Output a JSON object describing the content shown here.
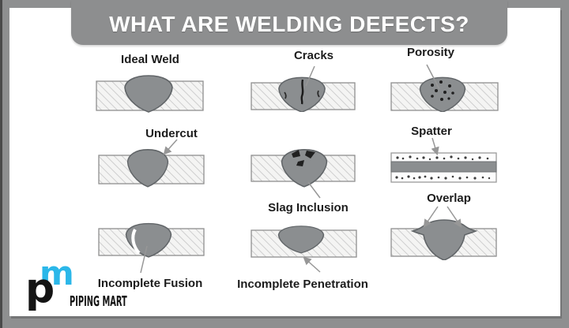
{
  "title": "WHAT ARE WELDING DEFECTS?",
  "defects": [
    {
      "id": "ideal-weld",
      "label": "Ideal Weld"
    },
    {
      "id": "cracks",
      "label": "Cracks"
    },
    {
      "id": "porosity",
      "label": "Porosity"
    },
    {
      "id": "undercut",
      "label": "Undercut"
    },
    {
      "id": "slag-inclusion",
      "label": "Slag Inclusion"
    },
    {
      "id": "spatter",
      "label": "Spatter"
    },
    {
      "id": "incomplete-fusion",
      "label": "Incomplete Fusion"
    },
    {
      "id": "incomplete-penetration",
      "label": "Incomplete Penetration"
    },
    {
      "id": "overlap",
      "label": "Overlap"
    }
  ],
  "brand": {
    "logo_p": "p",
    "logo_m": "m",
    "name": "PIPING MART"
  },
  "colors": {
    "frame_gray": "#8e8f90",
    "banner_gray": "#8d8e8f",
    "weld_bead_gray": "#8b8e90",
    "brand_cyan": "#2bb7e9",
    "label_text": "#1c1c1c"
  }
}
